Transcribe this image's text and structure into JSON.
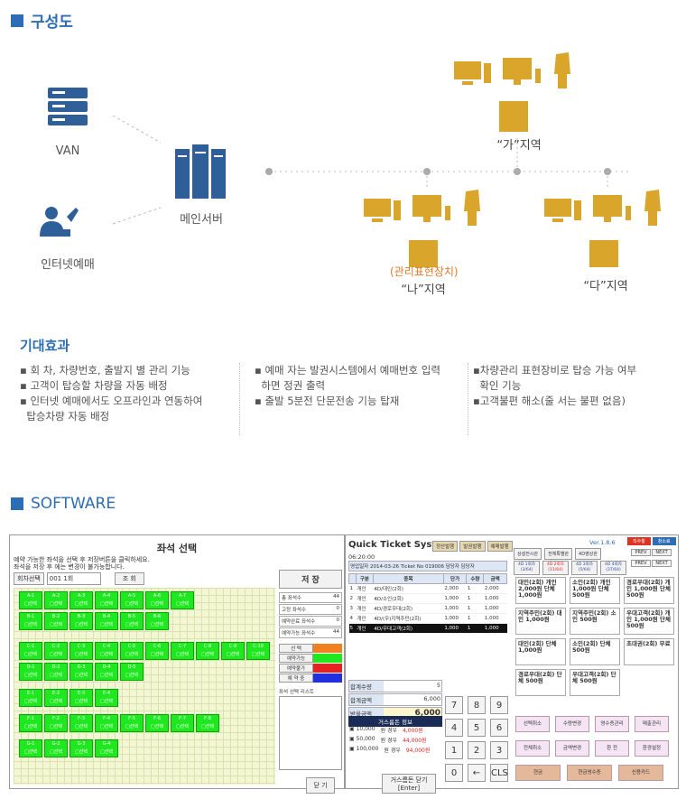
{
  "section1": {
    "title": "구성도"
  },
  "diagram": {
    "van": "VAN",
    "internet": "인터넷예매",
    "server": "메인서버",
    "region_ga": "“가”지역",
    "region_na": "“나”지역",
    "region_da": "“다”지역",
    "na_note": "(관리표현장치)"
  },
  "effects": {
    "title": "기대효과",
    "col1": [
      "회 차, 차량번호, 출발지 별 관리 기능",
      "고객이 탑승할 차량을 자동 배정",
      "인터넷 예매에서도 오프라인과 연동하여",
      "탑승차량 자동 배정"
    ],
    "col2": [
      "예매 자는 발권시스템에서 예매번호 입력",
      "하면 정권 출력",
      "출발 5분전 단문전송 기능 탑재"
    ],
    "col3": [
      "차량관리 표현장비로 탑승 가능 여부",
      "확인 기능",
      "고객불편 해소(줄 서는 불편 없음)"
    ]
  },
  "section2": {
    "title": "SOFTWARE"
  },
  "shot1": {
    "title": "좌석 선택",
    "note1": "예약 가능한 좌석을 선택 후 저장버튼을 클릭하세요.",
    "note2": "좌석을 저장 후 에는 변경이 불가능합니다.",
    "select_label": "회차선택",
    "select_value": "001 1회",
    "query": "조 회",
    "save": "저 장",
    "stats": [
      {
        "k": "총 좌석수",
        "v": "44"
      },
      {
        "k": "고정 좌석수",
        "v": "0"
      },
      {
        "k": "예약완료 좌석수",
        "v": "0"
      },
      {
        "k": "예약가능 좌석수",
        "v": "44"
      }
    ],
    "legend": [
      "선 택",
      "예약가능",
      "예약불가",
      "예 약 중"
    ],
    "list_label": "좌석 선택 리스트",
    "close": "닫 기",
    "rows": [
      [
        "A-1",
        "A-2",
        "A-3",
        "A-4",
        "A-5",
        "A-6",
        "A-7"
      ],
      [
        "B-1",
        "B-2",
        "B-3",
        "B-4",
        "B-5",
        "B-6"
      ],
      [
        "C-1",
        "C-2",
        "C-3",
        "C-4",
        "C-5",
        "C-6",
        "C-7",
        "C-8",
        "C-9",
        "C-10"
      ],
      [
        "D-1",
        "D-2",
        "D-3",
        "D-4",
        "D-5"
      ],
      [
        "E-1",
        "E-2",
        "E-3",
        "E-4"
      ],
      [
        "F-1",
        "F-2",
        "F-3",
        "F-4",
        "F-5",
        "F-6",
        "F-7",
        "F-8"
      ],
      [
        "G-1",
        "G-2",
        "G-3",
        "G-4"
      ]
    ],
    "seat_sub": "선택"
  },
  "shot2": {
    "title": "Quick Ticket System",
    "top_btns": [
      "정산발행",
      "발권발행",
      "예매발행"
    ],
    "time": "06:20:00",
    "info": "영업일자 2014-03-26   Ticket No 019006   담당자 담당자",
    "headers": [
      "구분",
      "종목",
      "단가",
      "수량",
      "금액"
    ],
    "rows": [
      [
        "1",
        "개인",
        "4D/대인(2회)",
        "2,000",
        "1",
        "2,000"
      ],
      [
        "2",
        "개인",
        "4D/소인(2회)",
        "1,000",
        "1",
        "1,000"
      ],
      [
        "3",
        "개인",
        "4D/경로우대(2회)",
        "1,000",
        "1",
        "1,000"
      ],
      [
        "4",
        "개인",
        "4D/(우)지역주민(2회)",
        "1,000",
        "1",
        "1,000"
      ],
      [
        "5",
        "개인",
        "4D/우대고객(2회)",
        "1,000",
        "1",
        "1,000"
      ]
    ],
    "sum_labels": [
      "합계수량",
      "합계금액",
      "받을금액"
    ],
    "sum_values": [
      "5",
      "6,000",
      "6,000"
    ],
    "change_title": "거스름돈 정보",
    "change": [
      [
        "10,000",
        "원 경우",
        "4,000원"
      ],
      [
        "50,000",
        "원 경우",
        "44,000원"
      ],
      [
        "100,000",
        "원 경우",
        "94,000원"
      ]
    ],
    "change_btn": "거스름돈 닫기[Enter]",
    "keys": [
      "7",
      "8",
      "9",
      "4",
      "5",
      "6",
      "1",
      "2",
      "3",
      "0",
      "←",
      "CLS"
    ],
    "ver": "Ver.1.8.6",
    "tabs": [
      "상설전시관",
      "전체특별관",
      "4D영상관"
    ],
    "sessions": [
      "4D 1회차 (3/64)",
      "4D 2회차 (11/64)",
      "4D 3회차 (5/64)",
      "4D 4회차 (37/64)"
    ],
    "prev": "PREV",
    "next": "NEXT",
    "fares": [
      "대인(2회) 개인 2,000원 단체 1,000원",
      "소인(2회) 개인 1,000원 단체 500원",
      "경로우대(2회) 개인 1,000원 단체 500원",
      "지역주민(2회) 대인 1,000원",
      "지역주민(2회) 소인 500원",
      "우대고객(2회) 개인 1,000원 단체 500원",
      "대인(2회) 단체 1,000원",
      "소인(2회) 단체 500원",
      "초대권(2회) 무료",
      "경로우대(2회) 단체 500원",
      "우대고객(2회) 단체 500원"
    ],
    "actions": [
      "선택취소",
      "수량변경",
      "영수증관리",
      "매출관리",
      "전체취소",
      "금액변경",
      "환 전",
      "환경설정",
      "현금",
      "현금영수증",
      "신용카드"
    ],
    "close_btns": [
      "직수황",
      "창소료"
    ]
  }
}
